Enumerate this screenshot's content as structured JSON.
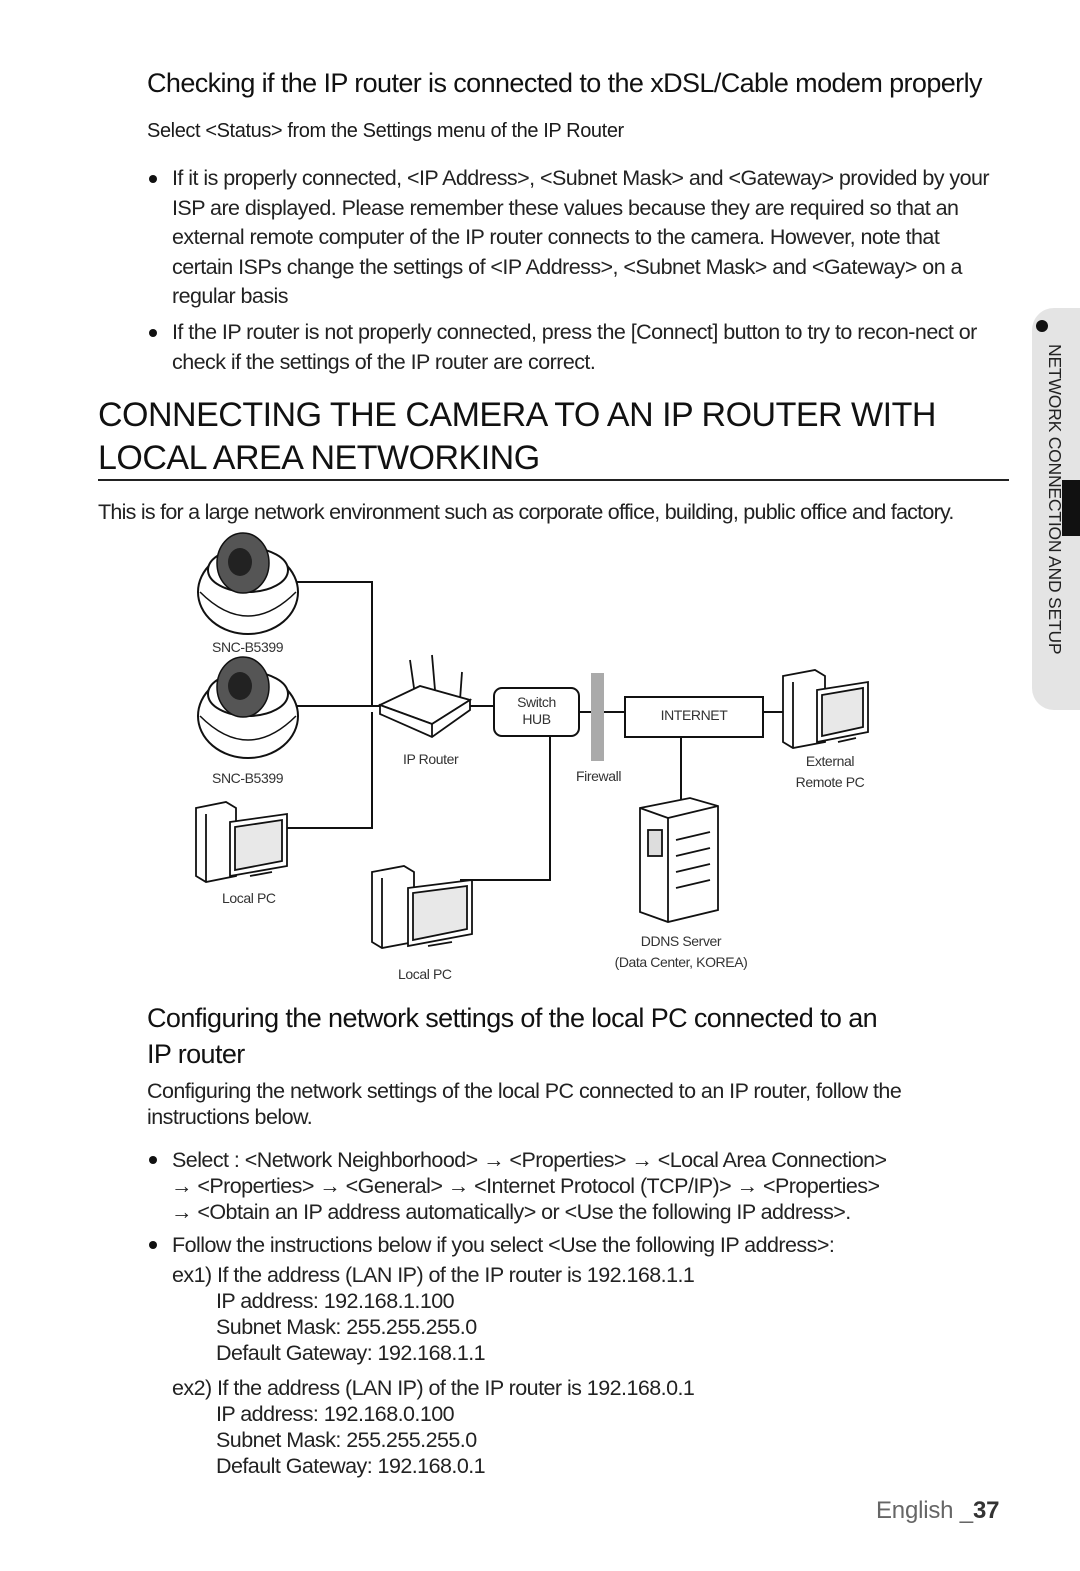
{
  "section1": {
    "heading": "Checking if the IP router is connected to the xDSL/Cable modem properly",
    "subheading": "Select <Status> from the Settings menu of the IP Router",
    "bullet1": "If it is properly connected, <IP Address>, <Subnet Mask> and <Gateway> provided by your ISP are displayed. Please remember these values because they are required so that an external remote computer of the IP router connects to the camera. However, note that certain ISPs change the settings of <IP Address>, <Subnet Mask> and <Gateway> on a regular basis",
    "bullet2": "If the IP router is not properly connected, press the [Connect] button to try to recon-nect or check if the settings of the IP router are correct."
  },
  "section2": {
    "title_line1": "CONNECTING THE CAMERA TO AN IP ROUTER WITH",
    "title_line2": "LOCAL AREA NETWORKING",
    "intro": "This is for a large network environment such as corporate office, building, public office and factory."
  },
  "diagram": {
    "camera1_label": "SNC-B5399",
    "camera2_label": "SNC-B5399",
    "router_label": "IP Router",
    "hub_label_line1": "Switch",
    "hub_label_line2": "HUB",
    "firewall_label": "Firewall",
    "internet_label": "INTERNET",
    "external_pc_line1": "External",
    "external_pc_line2": "Remote PC",
    "local_pc1_label": "Local PC",
    "local_pc2_label": "Local PC",
    "ddns_line1": "DDNS Server",
    "ddns_line2": "(Data Center, KOREA)"
  },
  "section3": {
    "heading_line1": "Configuring the network settings of the local PC connected to an",
    "heading_line2": "IP router",
    "intro_line1": "Configuring the network settings of the local PC connected to an IP router, follow the",
    "intro_line2": "instructions below.",
    "bullet1_line1": "Select : <Network Neighborhood> → <Properties> → <Local Area Connection>",
    "bullet1_line2": "→ <Properties> → <General> → <Internet Protocol (TCP/IP)> → <Properties>",
    "bullet1_line3": "→ <Obtain an IP address automatically> or <Use the following IP address>.",
    "bullet2": "Follow the instructions below if you select <Use the following IP address>:",
    "ex1_line": "ex1) If the address (LAN IP) of the IP router is 192.168.1.1",
    "ex1_ip": "IP address: 192.168.1.100",
    "ex1_mask": "Subnet Mask: 255.255.255.0",
    "ex1_gw": "Default Gateway: 192.168.1.1",
    "ex2_line": "ex2) If the address (LAN IP) of the IP router is 192.168.0.1",
    "ex2_ip": "IP address: 192.168.0.100",
    "ex2_mask": "Subnet Mask: 255.255.255.0",
    "ex2_gw": "Default Gateway: 192.168.0.1"
  },
  "side_tab": {
    "label": "NETWORK CONNECTION AND SETUP"
  },
  "footer": {
    "language": "English _",
    "page_number": "37"
  }
}
